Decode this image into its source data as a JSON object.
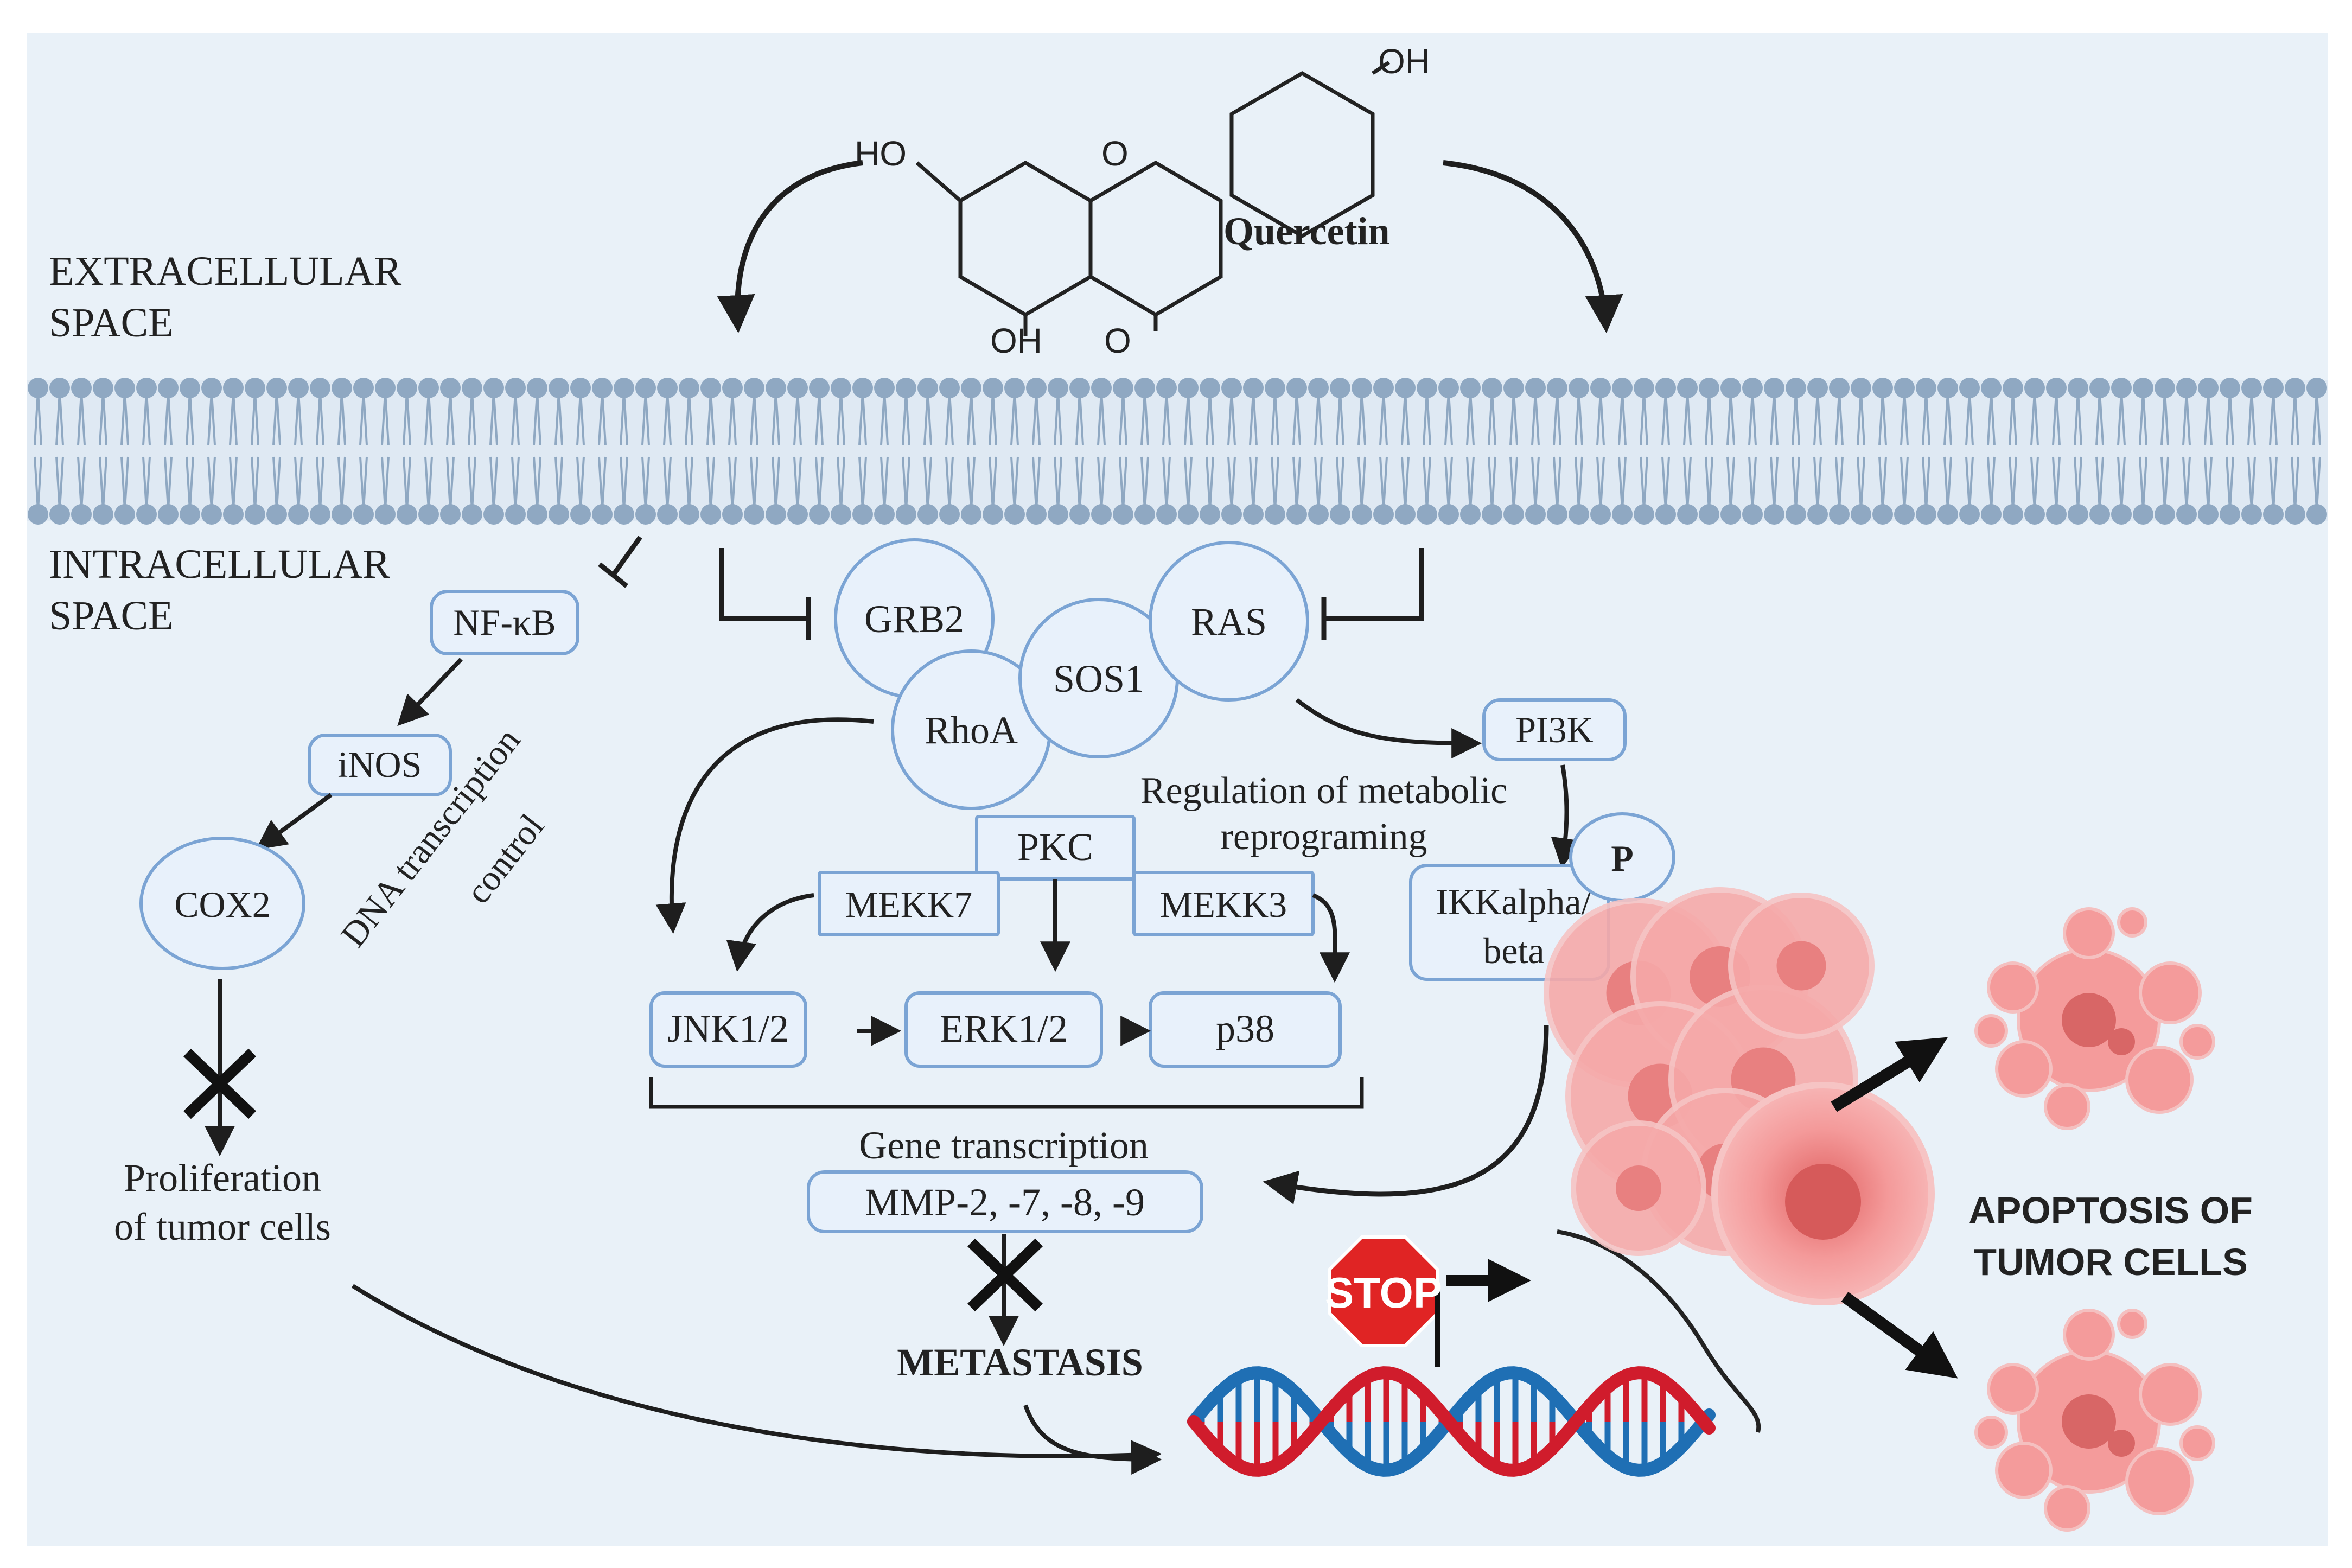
{
  "regions": {
    "extracellular_line1": "EXTRACELLULAR",
    "extracellular_line2": "SPACE",
    "intracellular_line1": "INTRACELLULAR",
    "intracellular_line2": "SPACE"
  },
  "molecule": {
    "name": "Quercetin",
    "oh_top": "OH",
    "ho_left": "HO",
    "oh_bottom": "OH",
    "o_ring": "O",
    "o_keto": "O"
  },
  "nodes": {
    "nfkb": "NF-κB",
    "inos": "iNOS",
    "cox2": "COX2",
    "grb2": "GRB2",
    "sos1": "SOS1",
    "ras": "RAS",
    "rhoa": "RhoA",
    "pi3k": "PI3K",
    "p": "P",
    "ikk_line1": "IKKalpha/",
    "ikk_line2": "beta",
    "pkc": "PKC",
    "mekk7": "MEKK7",
    "mekk3": "MEKK3",
    "jnk": "JNK1/2",
    "erk": "ERK1/2",
    "p38": "p38",
    "mmp": "MMP-2, -7, -8, -9"
  },
  "labels": {
    "dna_control_line1": "DNA transcription",
    "dna_control_line2": "control",
    "metabolic_line1": "Regulation of metabolic",
    "metabolic_line2": "reprograming",
    "proliferation_line1": "Proliferation",
    "proliferation_line2": "of tumor cells",
    "gene_transcription": "Gene transcription",
    "metastasis": "METASTASIS",
    "stop": "STOP",
    "apoptosis_line1": "APOPTOSIS OF",
    "apoptosis_line2": "TUMOR CELLS"
  },
  "colors": {
    "background": "#e9f1f8",
    "membrane": "#8fa8c2",
    "node_fill": "#e8f1fb",
    "node_stroke": "#7ba4d4",
    "tumor": "#f08a8a",
    "stop_sign": "#e02424",
    "dna_red": "#d01c2c",
    "dna_blue": "#1f6fb4"
  }
}
